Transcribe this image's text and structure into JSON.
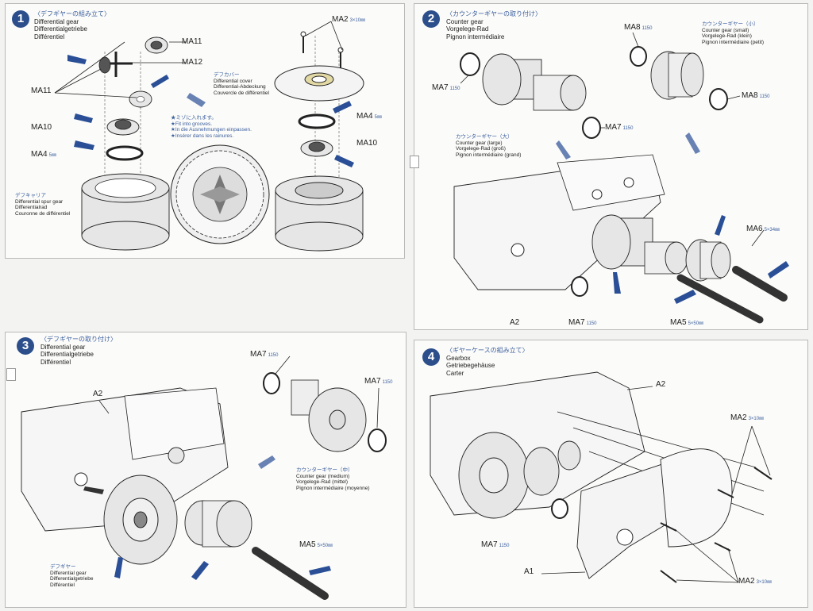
{
  "step1": {
    "number": "1",
    "title_jp": "〈デフギヤーの組み立て〉",
    "title_en": "Differential gear",
    "title_de": "Differentialgetriebe",
    "title_fr": "Différentiel",
    "parts": {
      "ma11a": "MA11",
      "ma12": "MA12",
      "ma11b": "MA11",
      "ma10a": "MA10",
      "ma4a": "MA4",
      "ma4a_size": "5㎜",
      "ma2": "MA2",
      "ma2_size": "3×10㎜",
      "ma4b": "MA4",
      "ma4b_size": "5㎜",
      "ma10b": "MA10"
    },
    "carrier_jp": "デフキャリア",
    "carrier_en": "Differential spur gear",
    "carrier_de": "Differentialrad",
    "carrier_fr": "Couronne de différentiel",
    "cover_jp": "デフカバー",
    "cover_en": "Differential cover",
    "cover_de": "Differential-Abdeckung",
    "cover_fr": "Couvercle de différentiel",
    "note_jp": "★ミゾに入れます。",
    "note_en": "★Fit into grooves.",
    "note_de": "★In die Ausnehmungen einpassen.",
    "note_fr": "★Insérer dans les rainures."
  },
  "step2": {
    "number": "2",
    "title_jp": "〈カウンターギヤーの取り付け〉",
    "title_en": "Counter gear",
    "title_de": "Vorgelege-Rad",
    "title_fr": "Pignon intermédiaire",
    "parts": {
      "ma8a": "MA8",
      "ma8a_code": "1150",
      "ma7a": "MA7",
      "ma7a_code": "1150",
      "ma7b": "MA7",
      "ma7b_code": "1150",
      "ma8b": "MA8",
      "ma8b_code": "1150",
      "ma6": "MA6",
      "ma6_size": "5×34㎜",
      "a2": "A2",
      "ma7c": "MA7",
      "ma7c_code": "1150",
      "ma5": "MA5",
      "ma5_size": "5×50㎜"
    },
    "small_jp": "カウンターギヤー（小）",
    "small_en": "Counter gear (small)",
    "small_de": "Vorgelege-Rad (klein)",
    "small_fr": "Pignon intermédiaire (petit)",
    "large_jp": "カウンターギヤー（大）",
    "large_en": "Counter gear (large)",
    "large_de": "Vorgelege-Rad (groß)",
    "large_fr": "Pignon intermédiaire (grand)"
  },
  "step3": {
    "number": "3",
    "title_jp": "〈デフギヤーの取り付け〉",
    "title_en": "Differential gear",
    "title_de": "Differentialgetriebe",
    "title_fr": "Différentiel",
    "parts": {
      "ma7a": "MA7",
      "ma7a_code": "1150",
      "ma7b": "MA7",
      "ma7b_code": "1150",
      "a2": "A2",
      "ma5": "MA5",
      "ma5_size": "5×50㎜"
    },
    "medium_jp": "カウンターギヤー（中）",
    "medium_en": "Counter gear (medium)",
    "medium_de": "Vorgelege-Rad (mittel)",
    "medium_fr": "Pignon intermédiaire (moyenne)",
    "diff_jp": "デフギヤー",
    "diff_en": "Differential gear",
    "diff_de": "Differentialgetriebe",
    "diff_fr": "Différentiel"
  },
  "step4": {
    "number": "4",
    "title_jp": "〈ギヤーケースの組み立て〉",
    "title_en": "Gearbox",
    "title_de": "Getriebegehäuse",
    "title_fr": "Carter",
    "parts": {
      "a2": "A2",
      "ma2a": "MA2",
      "ma2a_size": "3×10㎜",
      "ma7": "MA7",
      "ma7_code": "1150",
      "a1": "A1",
      "ma2b": "MA2",
      "ma2b_size": "3×10㎜"
    }
  },
  "colors": {
    "accent": "#2a4f96",
    "badge": "#2c4f8c",
    "jp_text": "#3b5f9e"
  }
}
